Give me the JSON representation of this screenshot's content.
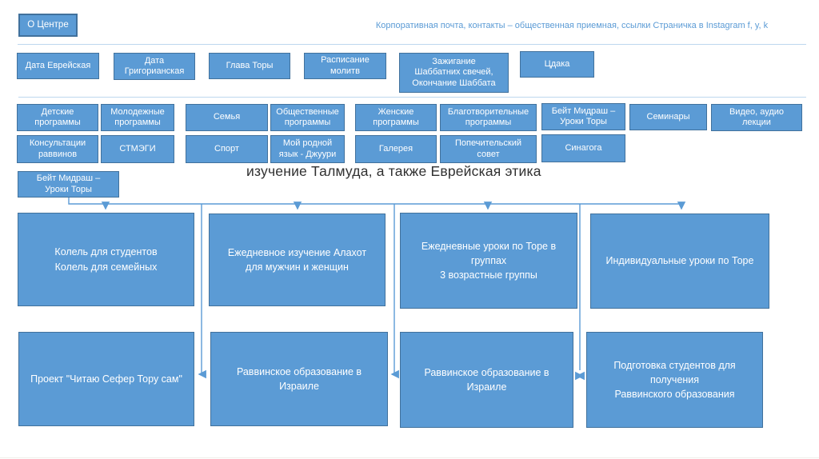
{
  "colors": {
    "box_fill": "#5B9BD5",
    "box_border": "#41719C",
    "link_text": "#5B9BD5",
    "title_text": "#303030",
    "separator_line": "#BDD7EE",
    "connector": "#5B9BD5"
  },
  "header": {
    "about_label": "О Центре",
    "links_text": "Корпоративная почта, контакты – общественная приемная, ссылки Страничка в Instagram f, y, k"
  },
  "toolbar": [
    {
      "label": "Дата Еврейская"
    },
    {
      "label": "Дата\nГригорианская"
    },
    {
      "label": "Глава Торы"
    },
    {
      "label": "Расписание\nмолитв"
    },
    {
      "label": "Зажигание\nШаббатних свечей,\nОкончание Шаббата"
    },
    {
      "label": "Цдака"
    }
  ],
  "nav_row1": [
    {
      "label": "Детские\nпрограммы"
    },
    {
      "label": "Молодежные\nпрограммы"
    },
    {
      "label": "Семья"
    },
    {
      "label": "Общественные\nпрограммы"
    },
    {
      "label": "Женские\nпрограммы"
    },
    {
      "label": "Благотворительные\nпрограммы"
    },
    {
      "label": "Бейт Мидраш –\nУроки Торы"
    },
    {
      "label": "Семинары"
    },
    {
      "label": "Видео, аудио\nлекции"
    }
  ],
  "nav_row2": [
    {
      "label": "Консультации\nраввинов"
    },
    {
      "label": "СТМЭГИ"
    },
    {
      "label": "Спорт"
    },
    {
      "label": "Мой родной\nязык - Джуури"
    },
    {
      "label": "Галерея"
    },
    {
      "label": "Попечительский\nсовет"
    },
    {
      "label": "Синагога"
    }
  ],
  "beit_midrash": {
    "label": "Бейт Мидраш –\nУроки Торы"
  },
  "section_title": "изучение Талмуда, а также Еврейская этика",
  "top_programs": [
    {
      "label": "Колель для студентов\nКолель для семейных"
    },
    {
      "label": "Ежедневное изучение Алахот\nдля мужчин и женщин"
    },
    {
      "label": "Ежедневные уроки по Торе в группах\n3 возрастные  группы"
    },
    {
      "label": "Индивидуальные уроки по Торе"
    }
  ],
  "bottom_programs": [
    {
      "label": "Проект \"Читаю Сефер Тору сам\""
    },
    {
      "label": "Раввинское образование в Израиле"
    },
    {
      "label": "Раввинское образование в Израиле"
    },
    {
      "label": "Подготовка студентов для получения\nРаввинского образования"
    }
  ]
}
